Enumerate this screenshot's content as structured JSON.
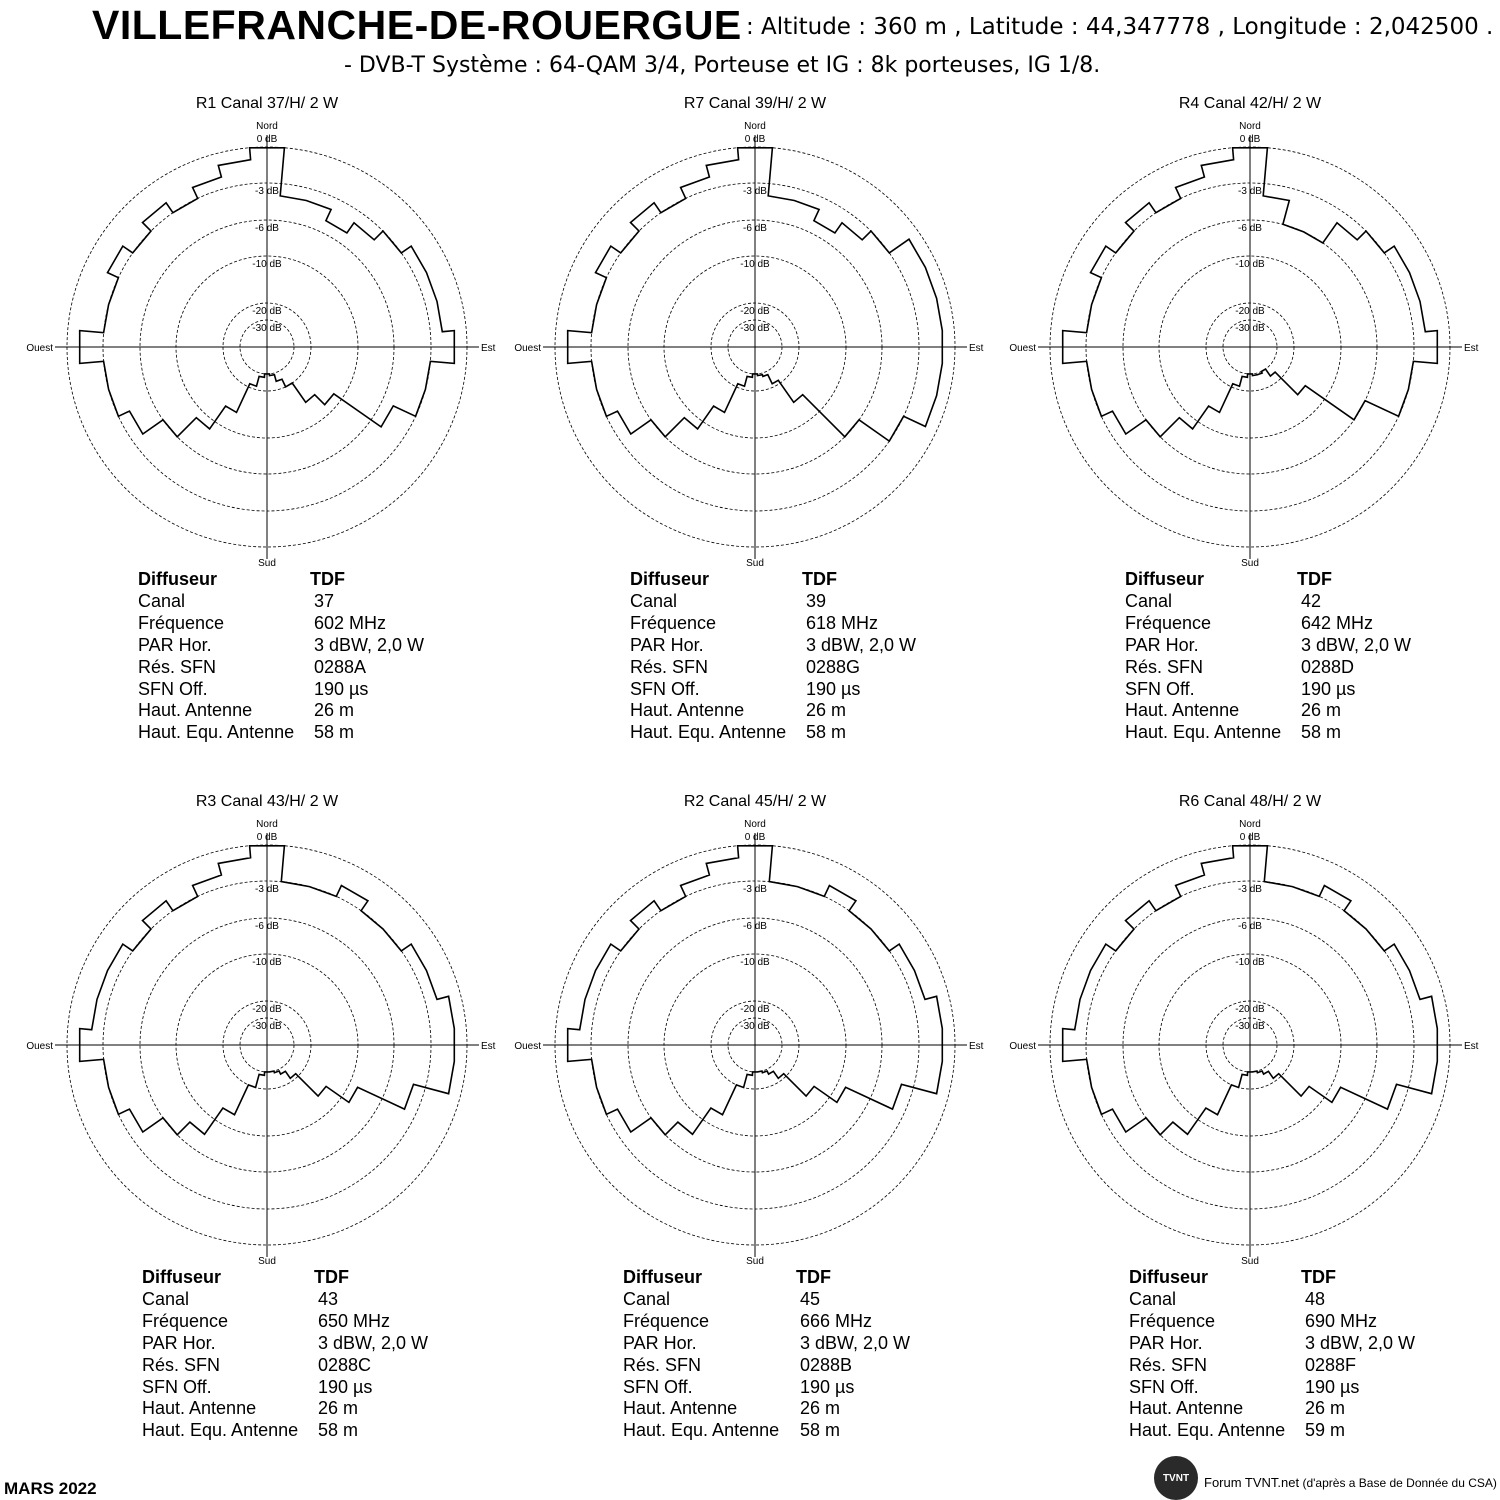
{
  "header": {
    "city": "VILLEFRANCHE-DE-ROUERGUE",
    "info": ": Altitude : 360 m , Latitude : 44,347778 , Longitude : 2,042500 .",
    "system": "- DVB-T  Système : 64-QAM 3/4,   Porteuse et IG : 8k porteuses, IG 1/8."
  },
  "axis_labels": {
    "north": "Nord",
    "south": "Sud",
    "east": "Est",
    "west": "Ouest"
  },
  "ring_labels": [
    "0 dB",
    "-3 dB",
    "-6 dB",
    "-10 dB",
    "-20 dB",
    "-30 dB"
  ],
  "spec_labels": {
    "diffuseur": "Diffuseur",
    "canal": "Canal",
    "frequence": "Fréquence",
    "par": "PAR Hor.",
    "sfn": "Rés. SFN",
    "sfn_off": "SFN Off.",
    "haut": "Haut. Antenne",
    "haut_equ": "Haut. Equ. Antenne"
  },
  "panels": [
    {
      "title": "R1  Canal 37/H/  2 W",
      "diffuseur": "TDF",
      "canal": "37",
      "frequence": "602 MHz",
      "par": "3 dBW, 2,0 W",
      "sfn": "0288A",
      "sfn_off": "190 µs",
      "haut": "26 m",
      "haut_equ": "58 m"
    },
    {
      "title": "R7  Canal 39/H/  2 W",
      "diffuseur": "TDF",
      "canal": "39",
      "frequence": "618 MHz",
      "par": "3 dBW, 2,0 W",
      "sfn": "0288G",
      "sfn_off": "190 µs",
      "haut": "26 m",
      "haut_equ": "58 m"
    },
    {
      "title": "R4  Canal 42/H/  2 W",
      "diffuseur": "TDF",
      "canal": "42",
      "frequence": "642 MHz",
      "par": "3 dBW, 2,0 W",
      "sfn": "0288D",
      "sfn_off": "190 µs",
      "haut": "26 m",
      "haut_equ": "58 m"
    },
    {
      "title": "R3  Canal 43/H/  2 W",
      "diffuseur": "TDF",
      "canal": "43",
      "frequence": "650 MHz",
      "par": "3 dBW, 2,0 W",
      "sfn": "0288C",
      "sfn_off": "190 µs",
      "haut": "26 m",
      "haut_equ": "58 m"
    },
    {
      "title": "R2  Canal 45/H/  2 W",
      "diffuseur": "TDF",
      "canal": "45",
      "frequence": "666 MHz",
      "par": "3 dBW, 2,0 W",
      "sfn": "0288B",
      "sfn_off": "190 µs",
      "haut": "26 m",
      "haut_equ": "58 m"
    },
    {
      "title": "R6  Canal 48/H/  2 W",
      "diffuseur": "TDF",
      "canal": "48",
      "frequence": "690 MHz",
      "par": "3 dBW, 2,0 W",
      "sfn": "0288F",
      "sfn_off": "190 µs",
      "haut": "26 m",
      "haut_equ": "59 m"
    }
  ],
  "chart_data": [
    {
      "type": "polar",
      "title": "R1  Canal 37/H/  2 W",
      "angles_deg": [
        0,
        10,
        20,
        30,
        40,
        50,
        60,
        70,
        80,
        90,
        100,
        110,
        120,
        130,
        140,
        150,
        160,
        170,
        180,
        190,
        200,
        210,
        220,
        230,
        240,
        250,
        260,
        270,
        280,
        290,
        300,
        310,
        320,
        330,
        340,
        350
      ],
      "gain_db": [
        0,
        -4,
        -4,
        -5,
        -4,
        -3,
        -2,
        -2,
        -2,
        -1,
        -3,
        -3,
        -5,
        -12,
        -15,
        -20,
        -25,
        -29,
        -30,
        -28,
        -22,
        -14,
        -9,
        -6,
        -4,
        -3,
        -3,
        -1,
        -3,
        -3,
        -2,
        -3,
        -2,
        -3,
        -2,
        -1
      ]
    },
    {
      "type": "polar",
      "title": "R7  Canal 39/H/  2 W",
      "angles_deg": [
        0,
        10,
        20,
        30,
        40,
        50,
        60,
        70,
        80,
        90,
        100,
        110,
        120,
        130,
        140,
        150,
        160,
        170,
        180,
        190,
        200,
        210,
        220,
        230,
        240,
        250,
        260,
        270,
        280,
        290,
        300,
        310,
        320,
        330,
        340,
        350
      ],
      "gain_db": [
        0,
        -4,
        -4,
        -5,
        -4,
        -3,
        -1,
        -1,
        -1,
        -1,
        -1,
        -1,
        -3,
        -6,
        -15,
        -22,
        -28,
        -29,
        -30,
        -28,
        -22,
        -14,
        -9,
        -6,
        -4,
        -3,
        -3,
        -1,
        -3,
        -3,
        -2,
        -3,
        -2,
        -3,
        -2,
        -1
      ]
    },
    {
      "type": "polar",
      "title": "R4  Canal 42/H/  2 W",
      "angles_deg": [
        0,
        10,
        20,
        30,
        40,
        50,
        60,
        70,
        80,
        90,
        100,
        110,
        120,
        130,
        140,
        150,
        160,
        170,
        180,
        190,
        200,
        210,
        220,
        230,
        240,
        250,
        260,
        270,
        280,
        290,
        300,
        310,
        320,
        330,
        340,
        350
      ],
      "gain_db": [
        0,
        -4,
        -6,
        -6,
        -4,
        -3,
        -2,
        -2,
        -2,
        -1,
        -3,
        -3,
        -6,
        -15,
        -25,
        -30,
        -29,
        -29,
        -30,
        -28,
        -22,
        -14,
        -9,
        -6,
        -4,
        -3,
        -3,
        -1,
        -3,
        -3,
        -2,
        -3,
        -2,
        -3,
        -2,
        -1
      ]
    },
    {
      "type": "polar",
      "title": "R3  Canal 43/H/  2 W",
      "angles_deg": [
        0,
        10,
        20,
        30,
        40,
        50,
        60,
        70,
        80,
        90,
        100,
        110,
        120,
        130,
        140,
        150,
        160,
        170,
        180,
        190,
        200,
        210,
        220,
        230,
        240,
        250,
        260,
        270,
        280,
        290,
        300,
        310,
        320,
        330,
        340,
        350
      ],
      "gain_db": [
        0,
        -3,
        -3,
        -2,
        -3,
        -3,
        -2,
        -2,
        -1,
        -1,
        -1,
        -4,
        -9,
        -14,
        -22,
        -27,
        -29,
        -30,
        -30,
        -28,
        -20,
        -13,
        -8,
        -6,
        -4,
        -3,
        -3,
        -1,
        -2,
        -2,
        -2,
        -3,
        -2,
        -3,
        -2,
        -1
      ]
    },
    {
      "type": "polar",
      "title": "R2  Canal 45/H/  2 W",
      "angles_deg": [
        0,
        10,
        20,
        30,
        40,
        50,
        60,
        70,
        80,
        90,
        100,
        110,
        120,
        130,
        140,
        150,
        160,
        170,
        180,
        190,
        200,
        210,
        220,
        230,
        240,
        250,
        260,
        270,
        280,
        290,
        300,
        310,
        320,
        330,
        340,
        350
      ],
      "gain_db": [
        0,
        -3,
        -3,
        -2,
        -3,
        -3,
        -2,
        -2,
        -1,
        -1,
        -1,
        -4,
        -9,
        -14,
        -22,
        -27,
        -29,
        -30,
        -30,
        -28,
        -20,
        -13,
        -8,
        -6,
        -4,
        -3,
        -3,
        -1,
        -2,
        -2,
        -2,
        -3,
        -2,
        -3,
        -2,
        -1
      ]
    },
    {
      "type": "polar",
      "title": "R6  Canal 48/H/  2 W",
      "angles_deg": [
        0,
        10,
        20,
        30,
        40,
        50,
        60,
        70,
        80,
        90,
        100,
        110,
        120,
        130,
        140,
        150,
        160,
        170,
        180,
        190,
        200,
        210,
        220,
        230,
        240,
        250,
        260,
        270,
        280,
        290,
        300,
        310,
        320,
        330,
        340,
        350
      ],
      "gain_db": [
        0,
        -3,
        -3,
        -2,
        -3,
        -3,
        -2,
        -2,
        -1,
        -1,
        -1,
        -4,
        -9,
        -14,
        -22,
        -27,
        -29,
        -30,
        -30,
        -28,
        -20,
        -13,
        -8,
        -6,
        -4,
        -3,
        -3,
        -1,
        -2,
        -2,
        -2,
        -3,
        -2,
        -3,
        -2,
        -1
      ]
    }
  ],
  "footer": {
    "date": "MARS 2022",
    "logo": "TVNT",
    "source_bold": "Forum TVNT.net",
    "source_rest": " (d'après a Base de Donnée du CSA)"
  }
}
